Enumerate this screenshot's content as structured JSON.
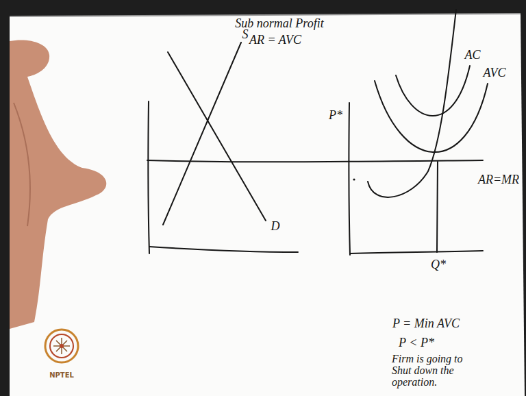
{
  "diagram": {
    "title": "Sub normal Profit",
    "labels": [
      "AR = AVC",
      "S",
      "D",
      "P*",
      "AC",
      "AVC",
      "AR=MR",
      "Q*",
      "P = Min AVC",
      "P < P*",
      "Firm is going to Shut down the operation.",
      "NPTEL"
    ]
  }
}
